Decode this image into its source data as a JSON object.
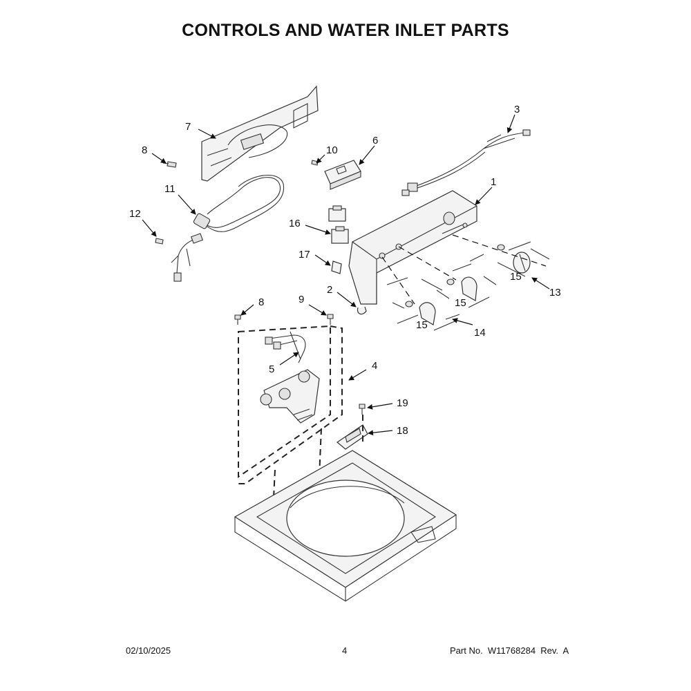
{
  "header": {
    "title": "CONTROLS AND WATER INLET PARTS"
  },
  "footer": {
    "date": "02/10/2025",
    "page": "4",
    "part_no": "Part No.  W11768284  Rev.  A"
  },
  "callouts": {
    "c1": "1",
    "c2": "2",
    "c3": "3",
    "c4": "4",
    "c5": "5",
    "c6": "6",
    "c7": "7",
    "c8a": "8",
    "c8b": "8",
    "c9": "9",
    "c10": "10",
    "c11": "11",
    "c12": "12",
    "c13": "13",
    "c14": "14",
    "c15a": "15",
    "c15b": "15",
    "c15c": "15",
    "c16": "16",
    "c17": "17",
    "c18": "18",
    "c19": "19"
  }
}
